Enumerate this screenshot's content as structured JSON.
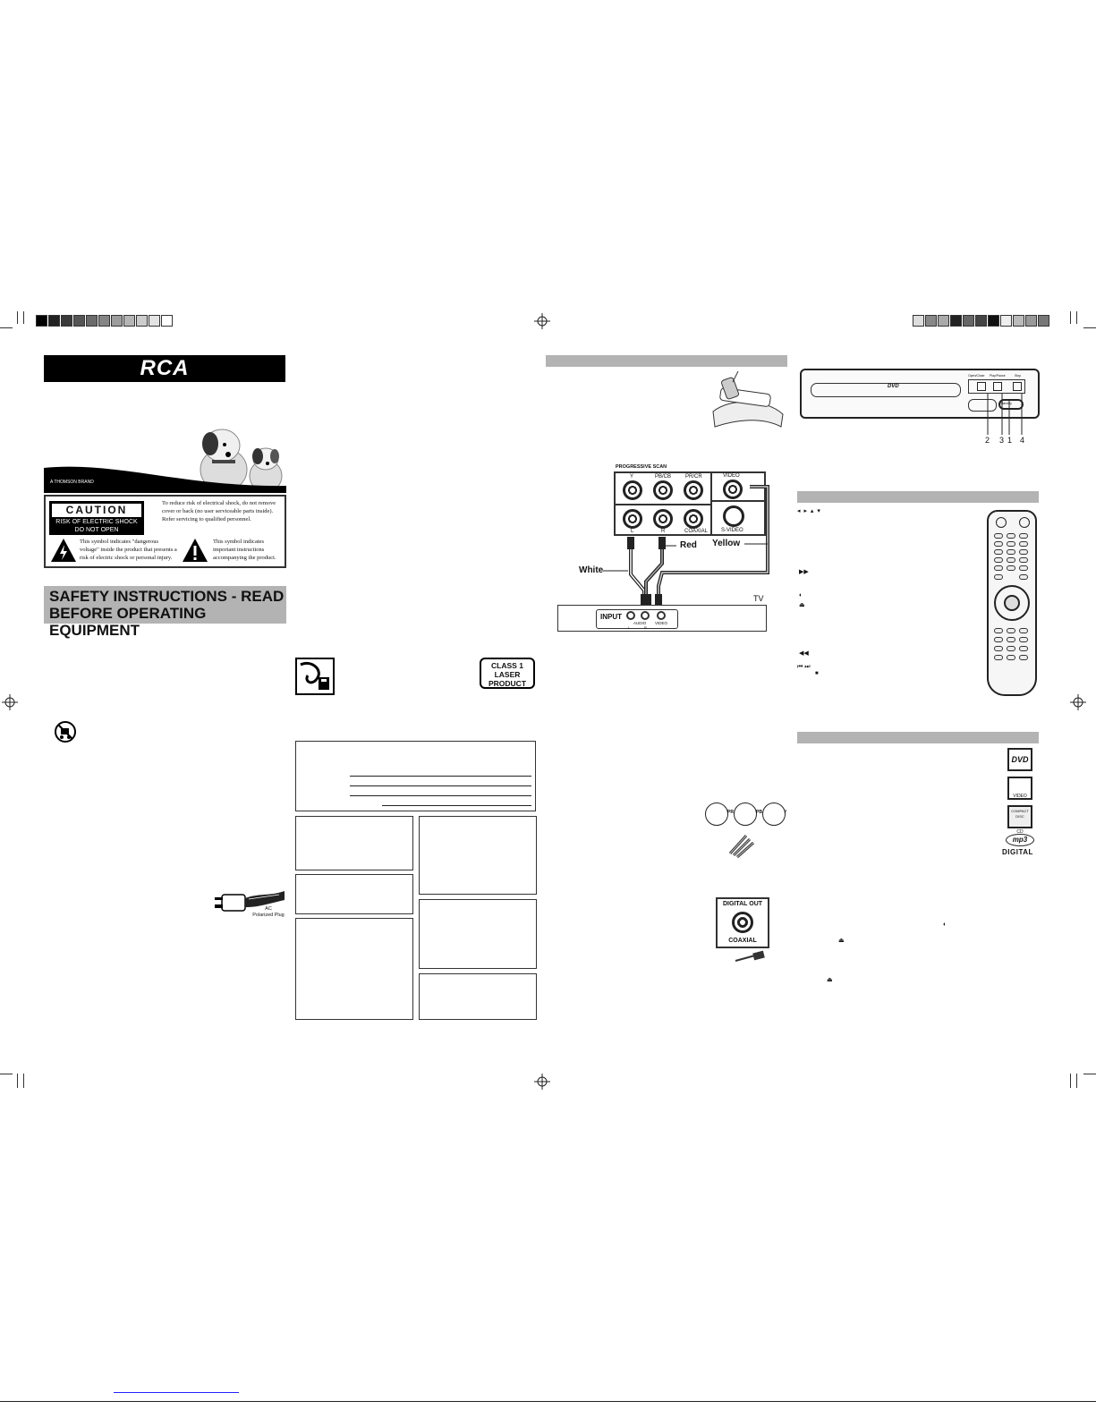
{
  "header": {
    "brand": "RCA",
    "thomson": "A THOMSON BRAND"
  },
  "caution": {
    "title": "CAUTION",
    "subtitle_line1": "RISK OF ELECTRIC SHOCK",
    "subtitle_line2": "DO NOT OPEN",
    "text_top": "To reduce risk of electrical shock, do not remove cover or back (no user serviceable parts inside). Refer servicing to qualified personnel.",
    "text_left": "This symbol indicates \"dangerous voltage\" inside the product that presents a risk of electric shock or personal injury.",
    "text_right": "This symbol indicates important instructions accompanying the product."
  },
  "safety": {
    "line1": "SAFETY INSTRUCTIONS - READ",
    "line2": "BEFORE OPERATING EQUIPMENT"
  },
  "laser": {
    "line1": "CLASS 1",
    "line2": "LASER",
    "line3": "PRODUCT"
  },
  "plug": {
    "line1": "AC",
    "line2": "Polarized Plug"
  },
  "connection": {
    "panel_title": "PROGRESSIVE SCAN",
    "jacks_top": [
      "Y",
      "PB/CB",
      "PR/CR"
    ],
    "jacks_bottom": [
      "L",
      "R",
      "COAXIAL"
    ],
    "video_label": "VIDEO",
    "svideo_label": "S-VIDEO",
    "white": "White",
    "red": "Red",
    "yellow": "Yellow",
    "tv": "TV",
    "input": "INPUT",
    "audio": "AUDIO",
    "video": "VIDEO",
    "l": "L",
    "r": "R"
  },
  "component": {
    "pr": "PR",
    "pb": "PB",
    "y": "Y"
  },
  "digital": {
    "title": "DIGITAL OUT",
    "coaxial": "COAXIAL"
  },
  "player": {
    "logo": "DVD",
    "callouts": [
      "2",
      "3",
      "1",
      "4"
    ],
    "labels": [
      "Open/Close",
      "Play/Pause",
      "Stop"
    ],
    "standby": "Standby"
  },
  "discs": {
    "dvd": "DVD",
    "vcd": "VIDEO CD",
    "cd": "COMPACT DISC",
    "mp3": "mp3",
    "digital": "DIGITAL"
  }
}
